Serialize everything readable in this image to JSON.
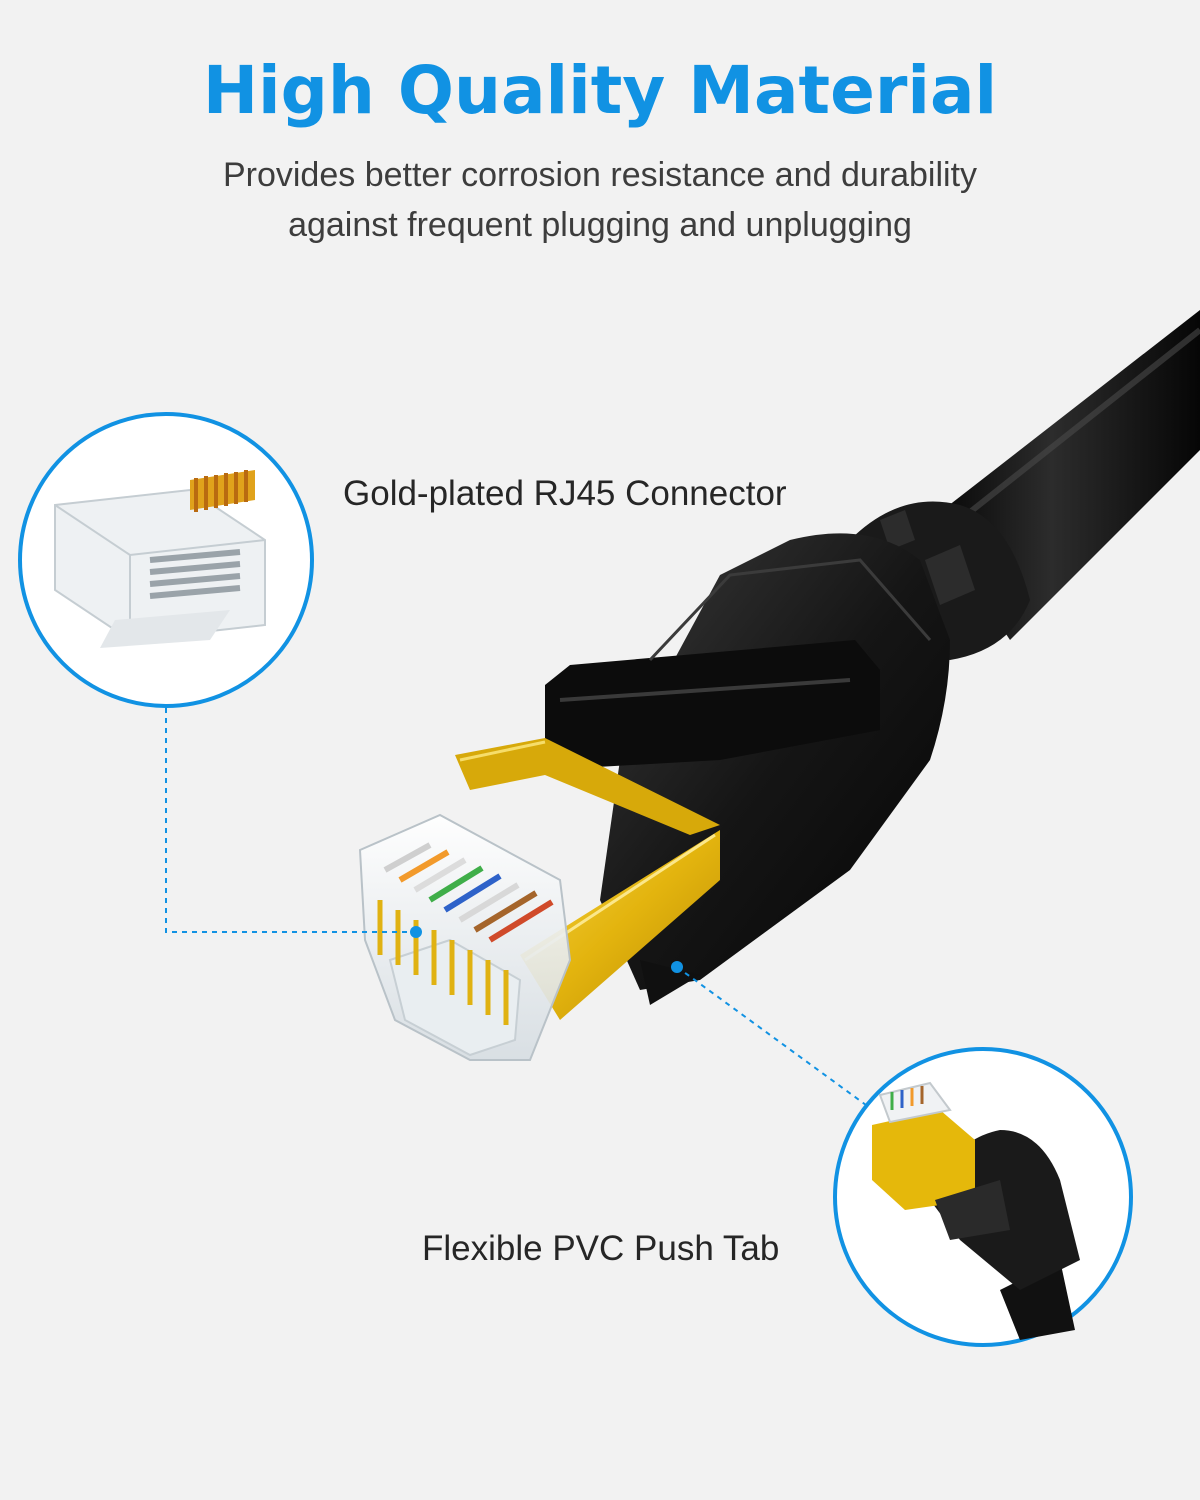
{
  "title": "High Quality Material",
  "subtitle": {
    "line1": "Provides better corrosion resistance and durability",
    "line2": "against frequent plugging and unplugging"
  },
  "callouts": {
    "connector_label": "Gold-plated RJ45 Connector",
    "pushtab_label": "Flexible PVC Push Tab"
  },
  "colors": {
    "accent": "#1192e3",
    "background": "#f2f2f2",
    "gold": "#e5b80b",
    "cable": "#141414"
  }
}
